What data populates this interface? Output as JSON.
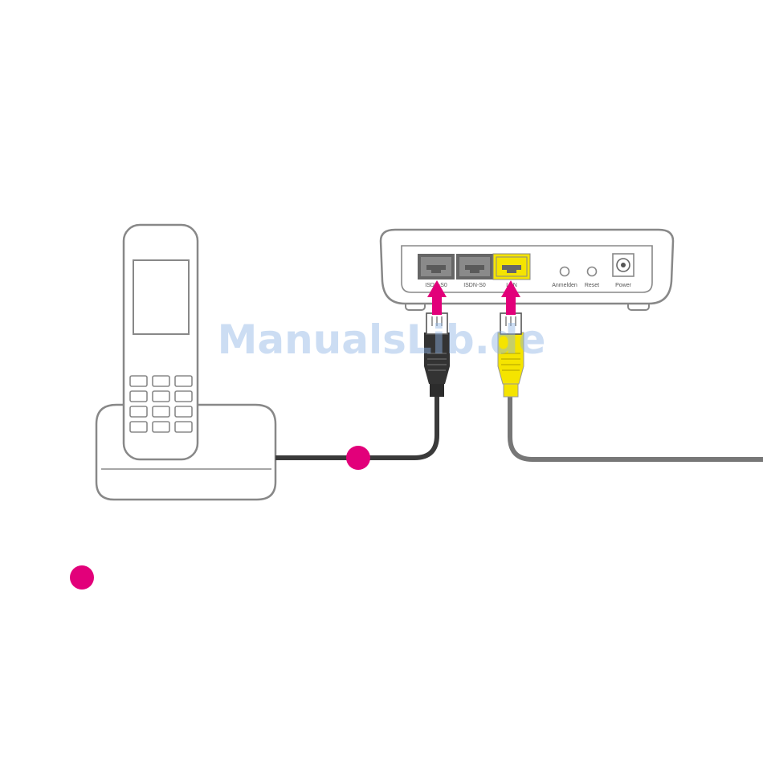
{
  "router": {
    "ports": [
      {
        "id": "isdn-s0-1",
        "label": "ISDN-S0"
      },
      {
        "id": "isdn-s0-2",
        "label": "ISDN-S0"
      },
      {
        "id": "lan",
        "label": "LAN"
      }
    ],
    "buttons": [
      {
        "id": "anmelden",
        "label": "Anmelden"
      },
      {
        "id": "reset",
        "label": "Reset"
      }
    ],
    "power_label": "Power"
  },
  "watermark": "ManualsLib.de",
  "colors": {
    "magenta": "#e2007a",
    "outline": "#888888",
    "port_gray": "#666666",
    "lan_yellow": "#f5e400",
    "cable_dark": "#3a3a3a",
    "cable_gray": "#777777"
  }
}
